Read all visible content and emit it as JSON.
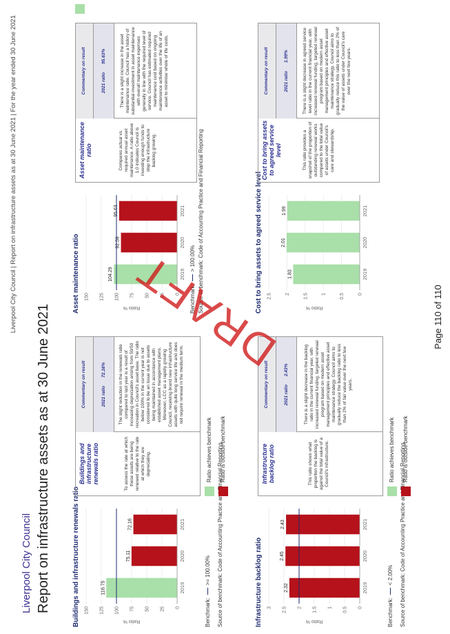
{
  "header": {
    "running_title": "Liverpool City Council | Report on infrastructure assets as at 30 June 2021 | For the year ended 30 June 2021",
    "org": "Liverpool City Council",
    "title": "Report on infrastructure assets as at 30 June 2021"
  },
  "footer": {
    "page": "Page 110 of 110"
  },
  "watermark": "DRAFT",
  "colors": {
    "achieves": "#a9dfa9",
    "outside": "#b5121b",
    "accent": "#2a2f8f"
  },
  "legend": {
    "achieves": "Ratio achieves benchmark",
    "outside": "Ratio is outside benchmark"
  },
  "panels": {
    "renewals": {
      "title": "Buildings and infrastructure renewals ratio",
      "benchmark_label": "Benchmark:",
      "benchmark_value": ">= 100.00%",
      "source": "Source of benchmark: Code of Accounting Practice and Financial Reporting",
      "ratio_name": "Buildings and infrastructure renewals ratio",
      "ratio_desc": "To assess the rate at which these assets are being renewed relative to the rate at which they are depreciating.",
      "comm_head": "Commentary on result",
      "comm_label": "2021 ratio",
      "comm_value": "72.16%",
      "comm_text": "The slight reduction in the renewals ratio compared to last year is a result of increasing depreciation arising from 50/50 recreation in Council's asset base. The ratio below 100% in the current year is not considered to be an issue due to assets being maintained in accordance with established asset management plans. Moreover, LCC as a rapidly growing Council, receiving brand new infrastructure assets with quite long service life and does not require renewal in the medium term."
    },
    "backlog": {
      "title": "Infrastructure backlog ratio",
      "benchmark_label": "Benchmark:",
      "benchmark_value": "< 2.00%",
      "source": "Source of benchmark: Code of Accounting Practice and Financial Reporting",
      "ratio_name": "Infrastructure backlog ratio",
      "ratio_desc": "This ratio shows what proportion the backlog is against the total value of a Council's infrastructure.",
      "comm_head": "Commentary on result",
      "comm_label": "2021 ratio",
      "comm_value": "2.43%",
      "comm_text": "There is a slight decrease in the backlog ratio in the current financial year, with increased renewal funding, targeted renewal program based on modern asset management principles and effective asset maintenance strategy. Council aims to gradually reduce the backlog ratio to less than 2% of fair value over the next few years."
    },
    "maintenance": {
      "title": "Asset maintenance ratio",
      "benchmark_label": "Benchmark:",
      "benchmark_value": "> 100.00%",
      "source": "Source of benchmark: Code of Accounting Practice and Financial Reporting",
      "ratio_name": "Asset maintenance ratio",
      "ratio_desc": "Compares actual vs. required annual asset maintenance. A ratio above 1.0 indicates Council is investing enough funds to stop the infrastructure backlog growing.",
      "comm_head": "Commentary on result",
      "comm_label": "2021 ratio",
      "comm_value": "95.63%",
      "comm_text": "There is a slight increase in the asset maintenance ratio. Council has a history of substantial investment in asset maintenance with overall maintenance expenses generally in line with the required level of service. Council has estimated required maintenance cost based on ongoing maintenance activities over the life of an asset to minimise whole of life costs."
    },
    "agreed": {
      "title": "Cost to bring assets to agreed service level",
      "benchmark_label": "",
      "benchmark_value": "",
      "source": "",
      "ratio_name": "Cost to bring assets to agreed service level",
      "ratio_desc": "This ratio provides a snapshot of the proportion of outstanding renewal works compared to the total value of assets under Council's care and stewardship.",
      "comm_head": "Commentary on result",
      "comm_label": "2021 ratio",
      "comm_value": "1.99%",
      "comm_text": "There is a slight decrease in agreed service level ratio in the current financial year, with increased renewal funding, targeted renewal program based on modern asset management principles and effective asset maintenance strategy. Council aims to gradually reduce this ratio to less than 2% of the value of assets under Council's care over the next few years."
    }
  },
  "chart_data": [
    {
      "type": "bar",
      "key": "renewals",
      "categories": [
        "2019",
        "2020",
        "2021"
      ],
      "values": [
        116.75,
        75.11,
        72.16
      ],
      "status": [
        "achieves",
        "outside",
        "outside"
      ],
      "ylabel": "Ratio %",
      "ylim": [
        0,
        150
      ],
      "yticks": [
        0,
        25,
        50,
        75,
        100,
        125,
        150
      ],
      "benchmark": 100
    },
    {
      "type": "bar",
      "key": "backlog",
      "categories": [
        "2019",
        "2020",
        "2021"
      ],
      "values": [
        2.32,
        2.45,
        2.43
      ],
      "status": [
        "outside",
        "outside",
        "outside"
      ],
      "ylabel": "Ratio %",
      "ylim": [
        0,
        3
      ],
      "yticks": [
        0,
        0.5,
        1,
        1.5,
        2,
        2.5,
        3
      ],
      "benchmark": 2
    },
    {
      "type": "bar",
      "key": "maintenance",
      "categories": [
        "2019",
        "2020",
        "2021"
      ],
      "values": [
        104.29,
        92.59,
        95.63
      ],
      "status": [
        "achieves",
        "outside",
        "outside"
      ],
      "ylabel": "Ratio %",
      "ylim": [
        0,
        150
      ],
      "yticks": [
        0,
        25,
        50,
        75,
        100,
        125,
        150
      ],
      "benchmark": 100
    },
    {
      "type": "bar",
      "key": "agreed",
      "categories": [
        "2019",
        "2020",
        "2021"
      ],
      "values": [
        1.83,
        2.01,
        1.99
      ],
      "status": [
        "achieves",
        "achieves",
        "achieves"
      ],
      "ylabel": "Ratio %",
      "ylim": [
        0,
        2.5
      ],
      "yticks": [
        0,
        0.5,
        1,
        1.5,
        2,
        2.5
      ],
      "benchmark": null
    }
  ]
}
